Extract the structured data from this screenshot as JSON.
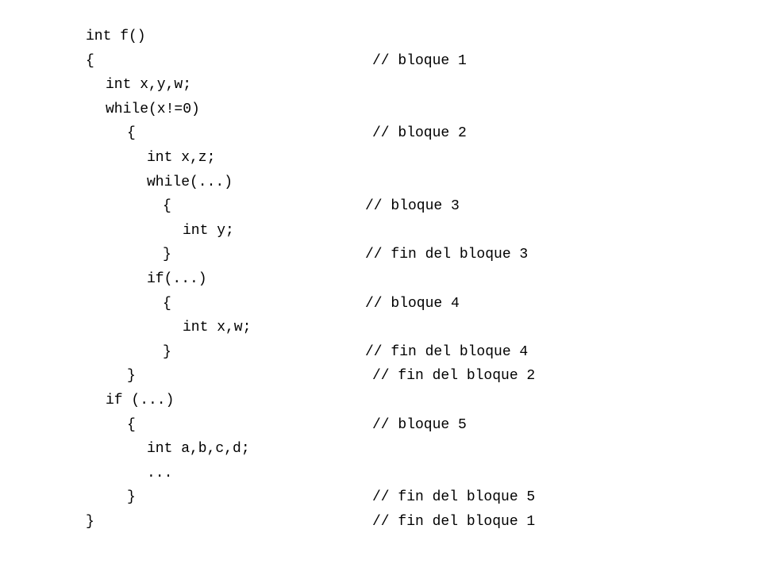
{
  "code_lines": [
    {
      "code": "int f()",
      "comment": ""
    },
    {
      "code": "{",
      "comment": "// bloque 1"
    },
    {
      "code": "int x,y,w;",
      "comment": ""
    },
    {
      "code": "while(x!=0)",
      "comment": ""
    },
    {
      "code": "{",
      "comment": "// bloque 2"
    },
    {
      "code": "int x,z;",
      "comment": ""
    },
    {
      "code": "while(...)",
      "comment": ""
    },
    {
      "code": "{",
      "comment": "// bloque 3"
    },
    {
      "code": "int y;",
      "comment": ""
    },
    {
      "code": "}",
      "comment": "// fin del bloque 3"
    },
    {
      "code": "if(...)",
      "comment": ""
    },
    {
      "code": "{",
      "comment": "// bloque 4"
    },
    {
      "code": "int x,w;",
      "comment": ""
    },
    {
      "code": "}",
      "comment": "// fin del bloque 4"
    },
    {
      "code": "}",
      "comment": "// fin del bloque 2"
    },
    {
      "code": "if (...)",
      "comment": ""
    },
    {
      "code": "{",
      "comment": "// bloque 5"
    },
    {
      "code": "int a,b,c,d;",
      "comment": ""
    },
    {
      "code": "...",
      "comment": ""
    },
    {
      "code": "}",
      "comment": "// fin del bloque 5"
    },
    {
      "code": "}",
      "comment": "// fin del bloque 1"
    }
  ]
}
